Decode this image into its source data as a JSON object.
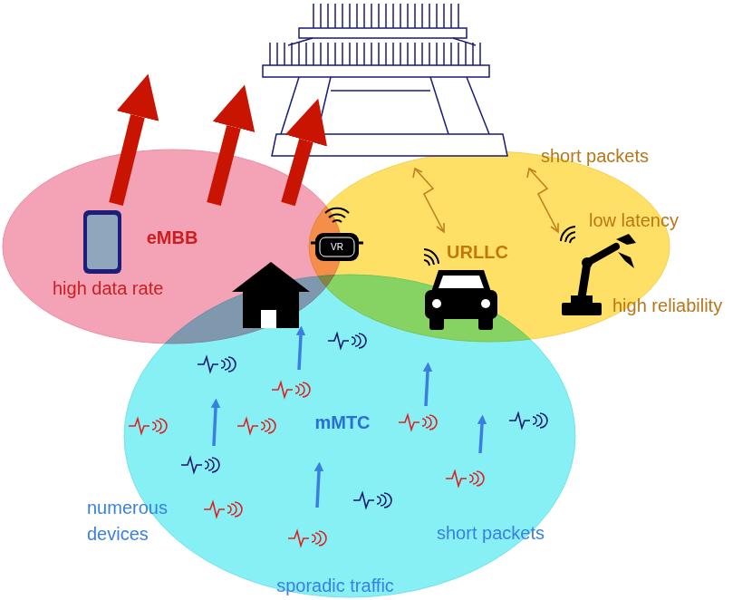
{
  "diagram": {
    "nodes": [
      {
        "text": [
          "eMBB",
          "high data rate"
        ]
      },
      {
        "text": [
          "URLLC",
          "short packets",
          "low latency",
          "high reliability"
        ]
      },
      {
        "text": [
          "mMTC",
          "numerous devices",
          "short packets",
          "sporadic traffic"
        ]
      }
    ],
    "labels": [
      "VR"
    ]
  }
}
